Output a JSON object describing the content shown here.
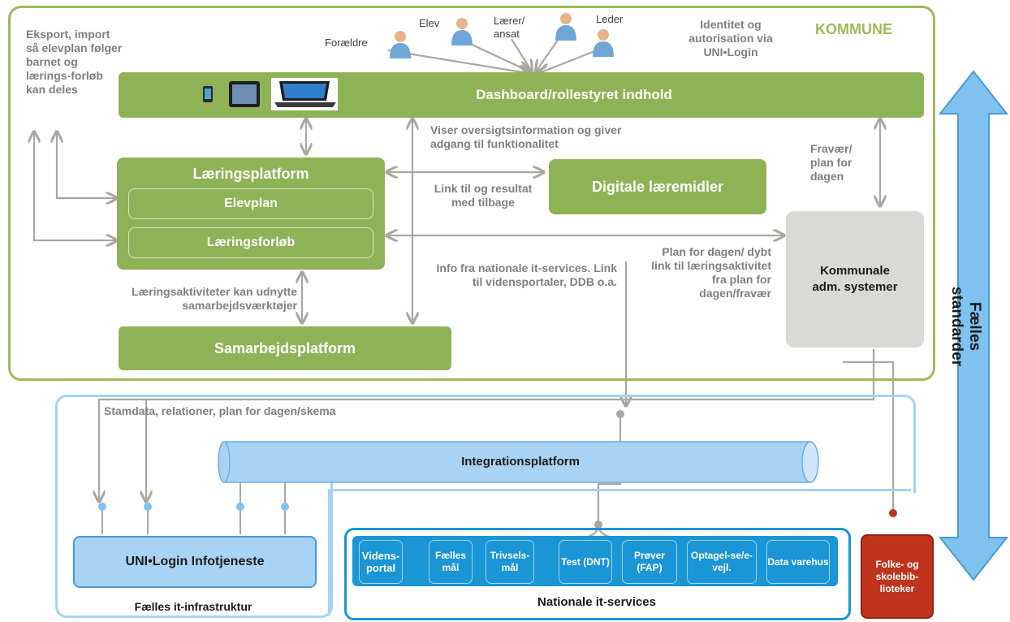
{
  "kommune": {
    "title": "KOMMUNE",
    "identity_note": "Identitet og autorisation via UNI•Login",
    "export_note": "Eksport, import så elevplan følger barnet og lærings-forløb kan deles"
  },
  "roles": [
    "Forældre",
    "Elev",
    "Lærer/ ansat",
    "Leder"
  ],
  "dashboard": {
    "label": "Dashboard/rollestyret indhold"
  },
  "laeringsplatform": {
    "title": "Læringsplatform",
    "elevplan": "Elevplan",
    "laeringsforloeb": "Læringsforløb"
  },
  "digitale": {
    "label": "Digitale læremidler"
  },
  "samarbejd": {
    "label": "Samarbejdsplatform"
  },
  "adm": {
    "label": "Kommunale adm. systemer"
  },
  "notes": {
    "viser": "Viser oversigtsinformation og giver adgang til funktionalitet",
    "link": "Link til og resultat med tilbage",
    "fravaer": "Fravær/ plan for dagen",
    "plan": "Plan for dagen/ dybt link til læringsaktivitet fra plan for dagen/fravær",
    "info": "Info fra nationale it-services. Link til vidensportaler, DDB o.a.",
    "laeringsaktiviteter": "Læringsaktiviteter kan udnytte samarbejdsværktøjer",
    "stamdata": "Stamdata, relationer, plan for dagen/skema"
  },
  "integration": {
    "label": "Integrationsplatform"
  },
  "infra": {
    "uni_login": "UNI•Login Infotjeneste",
    "title": "Fælles it-infrastruktur"
  },
  "nationale": {
    "title": "Nationale it-services",
    "services": [
      "Videns-portal",
      "Fælles mål",
      "Trivsels-mål",
      "Test (DNT)",
      "Prøver (FAP)",
      "Optagel-se/e-vejl.",
      "Data varehus"
    ]
  },
  "bibliotek": {
    "label": "Folke- og skolebib-lioteker"
  },
  "faelles_standarder": "Fælles standarder",
  "colors": {
    "green": "#8eb356",
    "green_border": "#9bbb59",
    "grey_box": "#d9d9d6",
    "blue_border": "#a6d3f2",
    "service_blue": "#1a95d5",
    "library_red": "#c0341d",
    "arrow_blue": "#7fc1ef"
  }
}
